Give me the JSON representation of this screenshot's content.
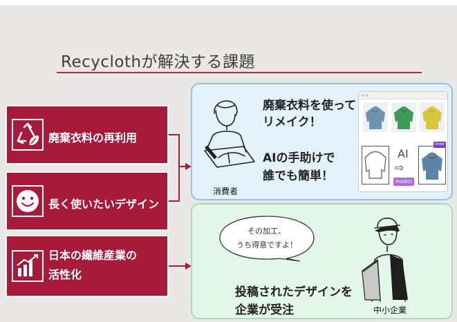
{
  "slide": {
    "title": "Recyclothが解決する課題",
    "colors": {
      "accent": "#a61a3a",
      "rule": "#b5263d",
      "consumer_panel": "#e3f1fa",
      "company_panel": "#e2f7ea",
      "predict_button": "#a86de6"
    }
  },
  "problems": [
    {
      "label": "廃棄衣料の再利用",
      "icon": "recycle-leaf-icon"
    },
    {
      "label": "長く使いたいデザイン",
      "icon": "smiley-face-icon"
    },
    {
      "label_line1": "日本の繊維産業の",
      "label_line2": "活性化",
      "icon": "bar-chart-icon"
    }
  ],
  "consumer": {
    "text_line1": "廃棄衣料を使って",
    "text_line2": "リメイク！",
    "text_line3": "AIの手助けで",
    "text_line4": "誰でも簡単！",
    "figure_label": "消費者",
    "mockup": {
      "ai_label": "AI",
      "predict_button": "Predict",
      "order_badge": "Order"
    }
  },
  "company": {
    "bubble_line1": "その加工、",
    "bubble_line2": "うち得意ですよ！",
    "text_line1": "投稿されたデザインを",
    "text_line2": "企業が受注",
    "figure_label": "中小企業"
  }
}
